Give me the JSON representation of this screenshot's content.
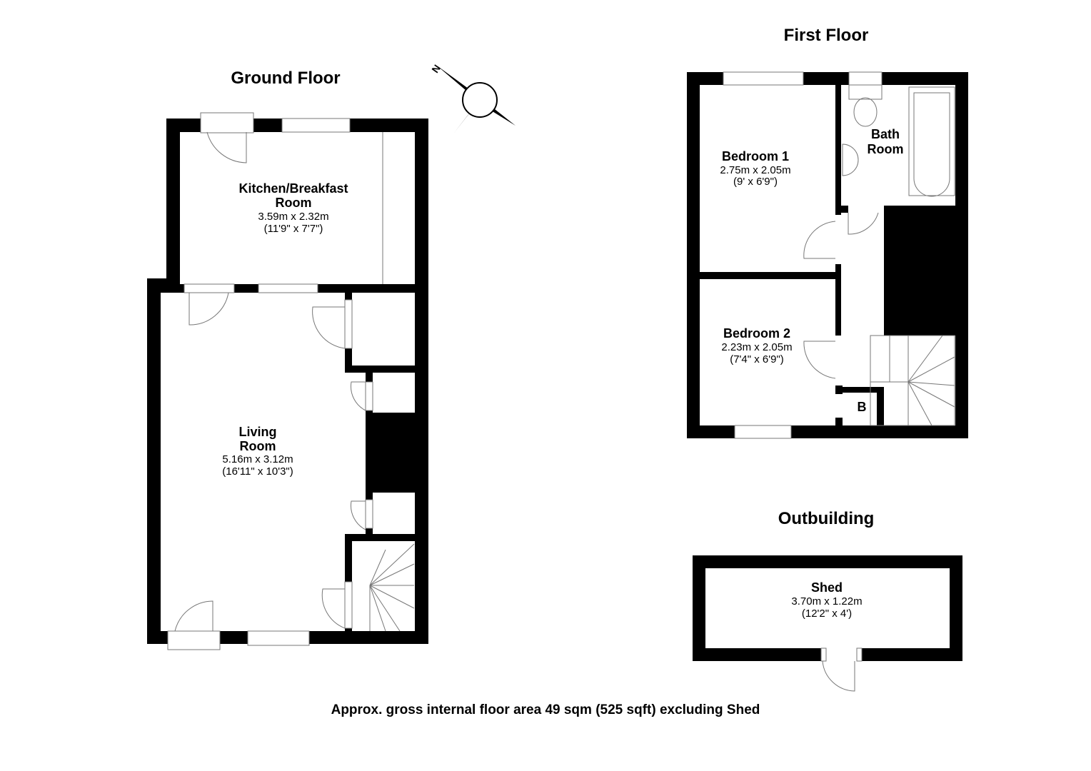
{
  "headings": {
    "ground": "Ground Floor",
    "first": "First Floor",
    "outbuilding": "Outbuilding"
  },
  "compass": {
    "label": "N"
  },
  "rooms": {
    "kitchen": {
      "name1": "Kitchen/Breakfast",
      "name2": "Room",
      "metric": "3.59m x 2.32m",
      "imperial": "(11'9\" x 7'7\")"
    },
    "living": {
      "name1": "Living",
      "name2": "Room",
      "metric": "5.16m x 3.12m",
      "imperial": "(16'11\" x 10'3\")"
    },
    "bedroom1": {
      "name": "Bedroom 1",
      "metric": "2.75m x 2.05m",
      "imperial": "(9' x 6'9\")"
    },
    "bedroom2": {
      "name": "Bedroom 2",
      "metric": "2.23m x 2.05m",
      "imperial": "(7'4\" x 6'9\")"
    },
    "bathroom": {
      "name1": "Bath",
      "name2": "Room"
    },
    "boiler": {
      "name": "B"
    },
    "shed": {
      "name": "Shed",
      "metric": "3.70m x 1.22m",
      "imperial": "(12'2\" x 4')"
    }
  },
  "footer": {
    "area": "Approx. gross internal floor area 49 sqm (525 sqft) excluding Shed"
  }
}
